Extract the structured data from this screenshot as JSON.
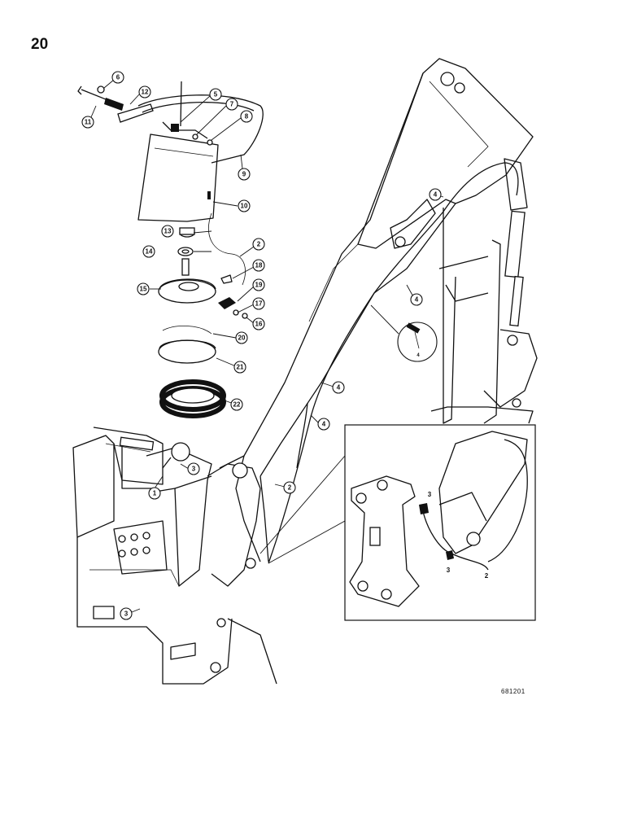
{
  "page": {
    "number": "20",
    "figure_code": "681201"
  },
  "callouts": [
    {
      "label": "6"
    },
    {
      "label": "12"
    },
    {
      "label": "5"
    },
    {
      "label": "7"
    },
    {
      "label": "8"
    },
    {
      "label": "11"
    },
    {
      "label": "9"
    },
    {
      "label": "10"
    },
    {
      "label": "2"
    },
    {
      "label": "13"
    },
    {
      "label": "14"
    },
    {
      "label": "18"
    },
    {
      "label": "15"
    },
    {
      "label": "19"
    },
    {
      "label": "17"
    },
    {
      "label": "16"
    },
    {
      "label": "20"
    },
    {
      "label": "21"
    },
    {
      "label": "22"
    },
    {
      "label": "4"
    },
    {
      "label": "4"
    },
    {
      "label": "4"
    },
    {
      "label": "4"
    },
    {
      "label": "2"
    },
    {
      "label": "3"
    },
    {
      "label": "1"
    },
    {
      "label": "3"
    }
  ],
  "inset_labels": [
    {
      "label": "3"
    },
    {
      "label": "3"
    },
    {
      "label": "2"
    },
    {
      "label": "4"
    }
  ]
}
